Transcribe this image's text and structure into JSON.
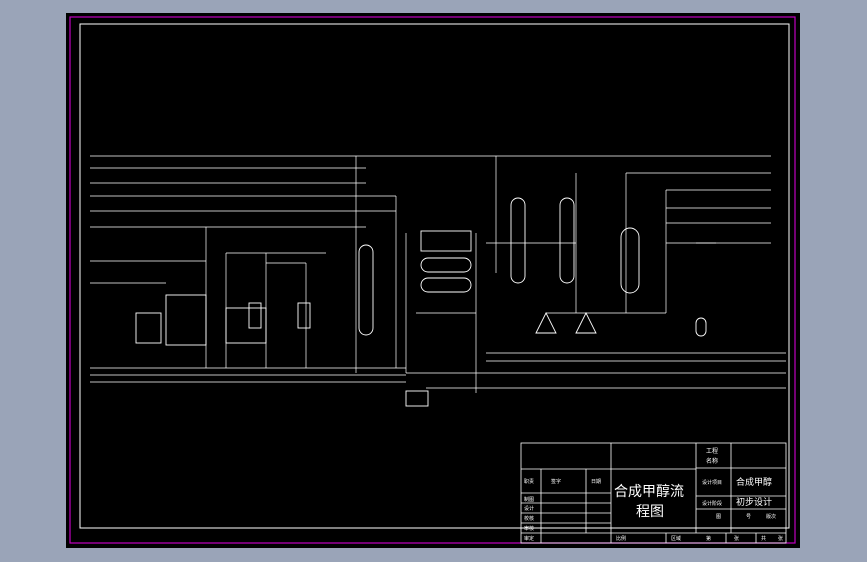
{
  "drawing": {
    "title_main_line1": "合成甲醇流",
    "title_main_line2": "程图",
    "design_stage_label": "设计阶段",
    "design_stage_value": "初步设计",
    "project_name_label": "设计项目",
    "project_name_value": "合成甲醇",
    "company_label_1": "工程",
    "company_label_2": "名称",
    "row_labels": [
      "职责",
      "签字",
      "日期"
    ],
    "side_labels": [
      "制图",
      "设计",
      "校核",
      "审核",
      "审定"
    ],
    "bottom_labels": [
      "比例",
      "区域",
      "第",
      "张",
      "共",
      "张"
    ],
    "drawing_no_label": "图",
    "drawing_no_label2": "号",
    "version_label": "版次"
  },
  "colors": {
    "canvas": "#000000",
    "outer_frame": "#c000c0",
    "inner_frame": "#ffffff",
    "lines": "#ffffff",
    "viewport_bg": "#9aa4b8"
  }
}
